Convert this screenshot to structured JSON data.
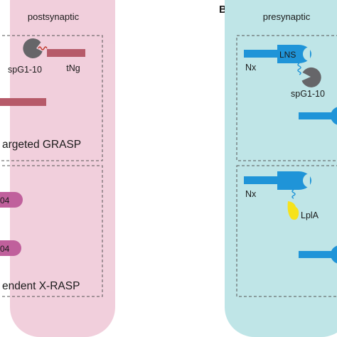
{
  "panel_b": {
    "letter": "B"
  },
  "colors": {
    "postsynaptic": "#f1cfdc",
    "presynaptic": "#bfe5e7",
    "tng_bar": "#b65a69",
    "cd4_protein": "#c0609c",
    "neurexin": "#1f94d8",
    "spg1_10": "#666669",
    "lpla": "#f6e21c",
    "linker": "#c0392b"
  },
  "postsynaptic": {
    "title": "postsynaptic",
    "spg1_label": "spG1-10",
    "tng_label": "tNg",
    "section1_caption": "argeted GRASP",
    "section2_caption": "endent X-RASP",
    "cd4_top_label": "04",
    "cd4_bottom_label": "04"
  },
  "presynaptic": {
    "title": "presynaptic",
    "nx_label_top": "Nx",
    "lns_label": "LNS",
    "spg1_label": "spG1-10",
    "nx_label_bottom": "Nx",
    "lpla_label": "LplA"
  }
}
